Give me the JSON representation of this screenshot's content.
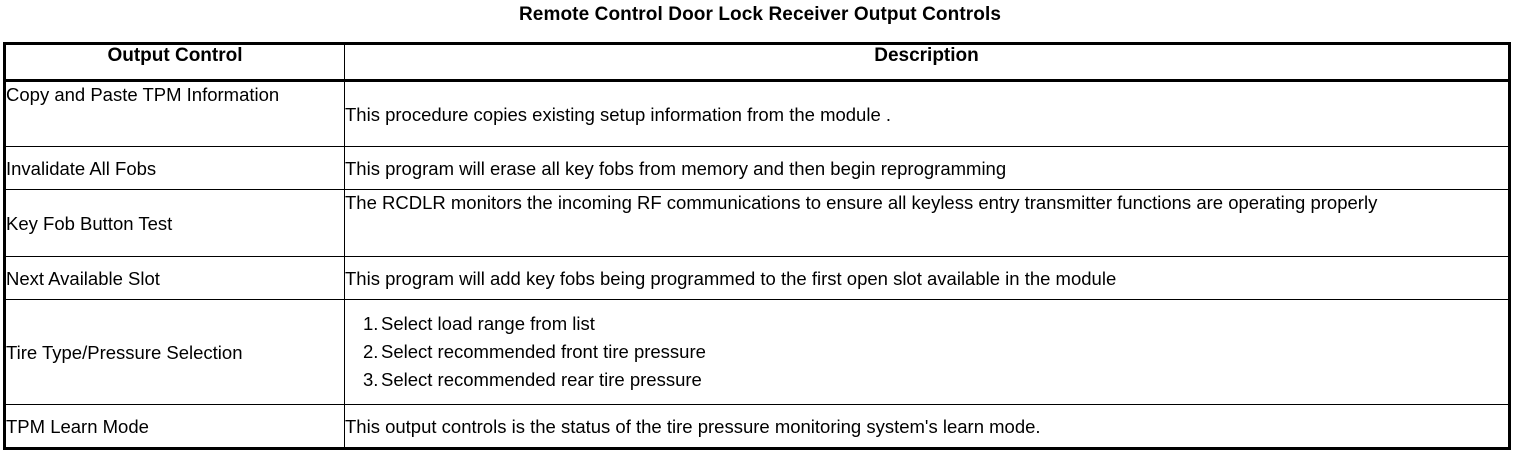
{
  "document": {
    "title": "Remote Control Door Lock Receiver Output Controls"
  },
  "table": {
    "headers": {
      "output_control": "Output Control",
      "description": "Description"
    },
    "rows": [
      {
        "name": "Copy and Paste TPM Information",
        "description": "This procedure copies existing setup information from the module ."
      },
      {
        "name": "Invalidate All Fobs",
        "description": "This program will erase all key fobs from memory and then begin reprogramming"
      },
      {
        "name": "Key Fob Button Test",
        "description": "The RCDLR monitors the incoming RF communications to ensure all keyless entry transmitter functions are operating properly"
      },
      {
        "name": "Next Available Slot",
        "description": "This program will add key fobs being programmed to the first open slot available in the module"
      },
      {
        "name": "Tire Type/Pressure Selection",
        "steps": [
          {
            "number": "1.",
            "text": "Select load range from list"
          },
          {
            "number": "2.",
            "text": "Select recommended front tire pressure"
          },
          {
            "number": "3.",
            "text": "Select recommended rear tire pressure"
          }
        ]
      },
      {
        "name": "TPM Learn Mode",
        "description": "This output controls is the status of the tire pressure monitoring system's learn mode."
      }
    ]
  },
  "colors": {
    "text": "#000000",
    "background": "#ffffff",
    "border": "#000000"
  }
}
